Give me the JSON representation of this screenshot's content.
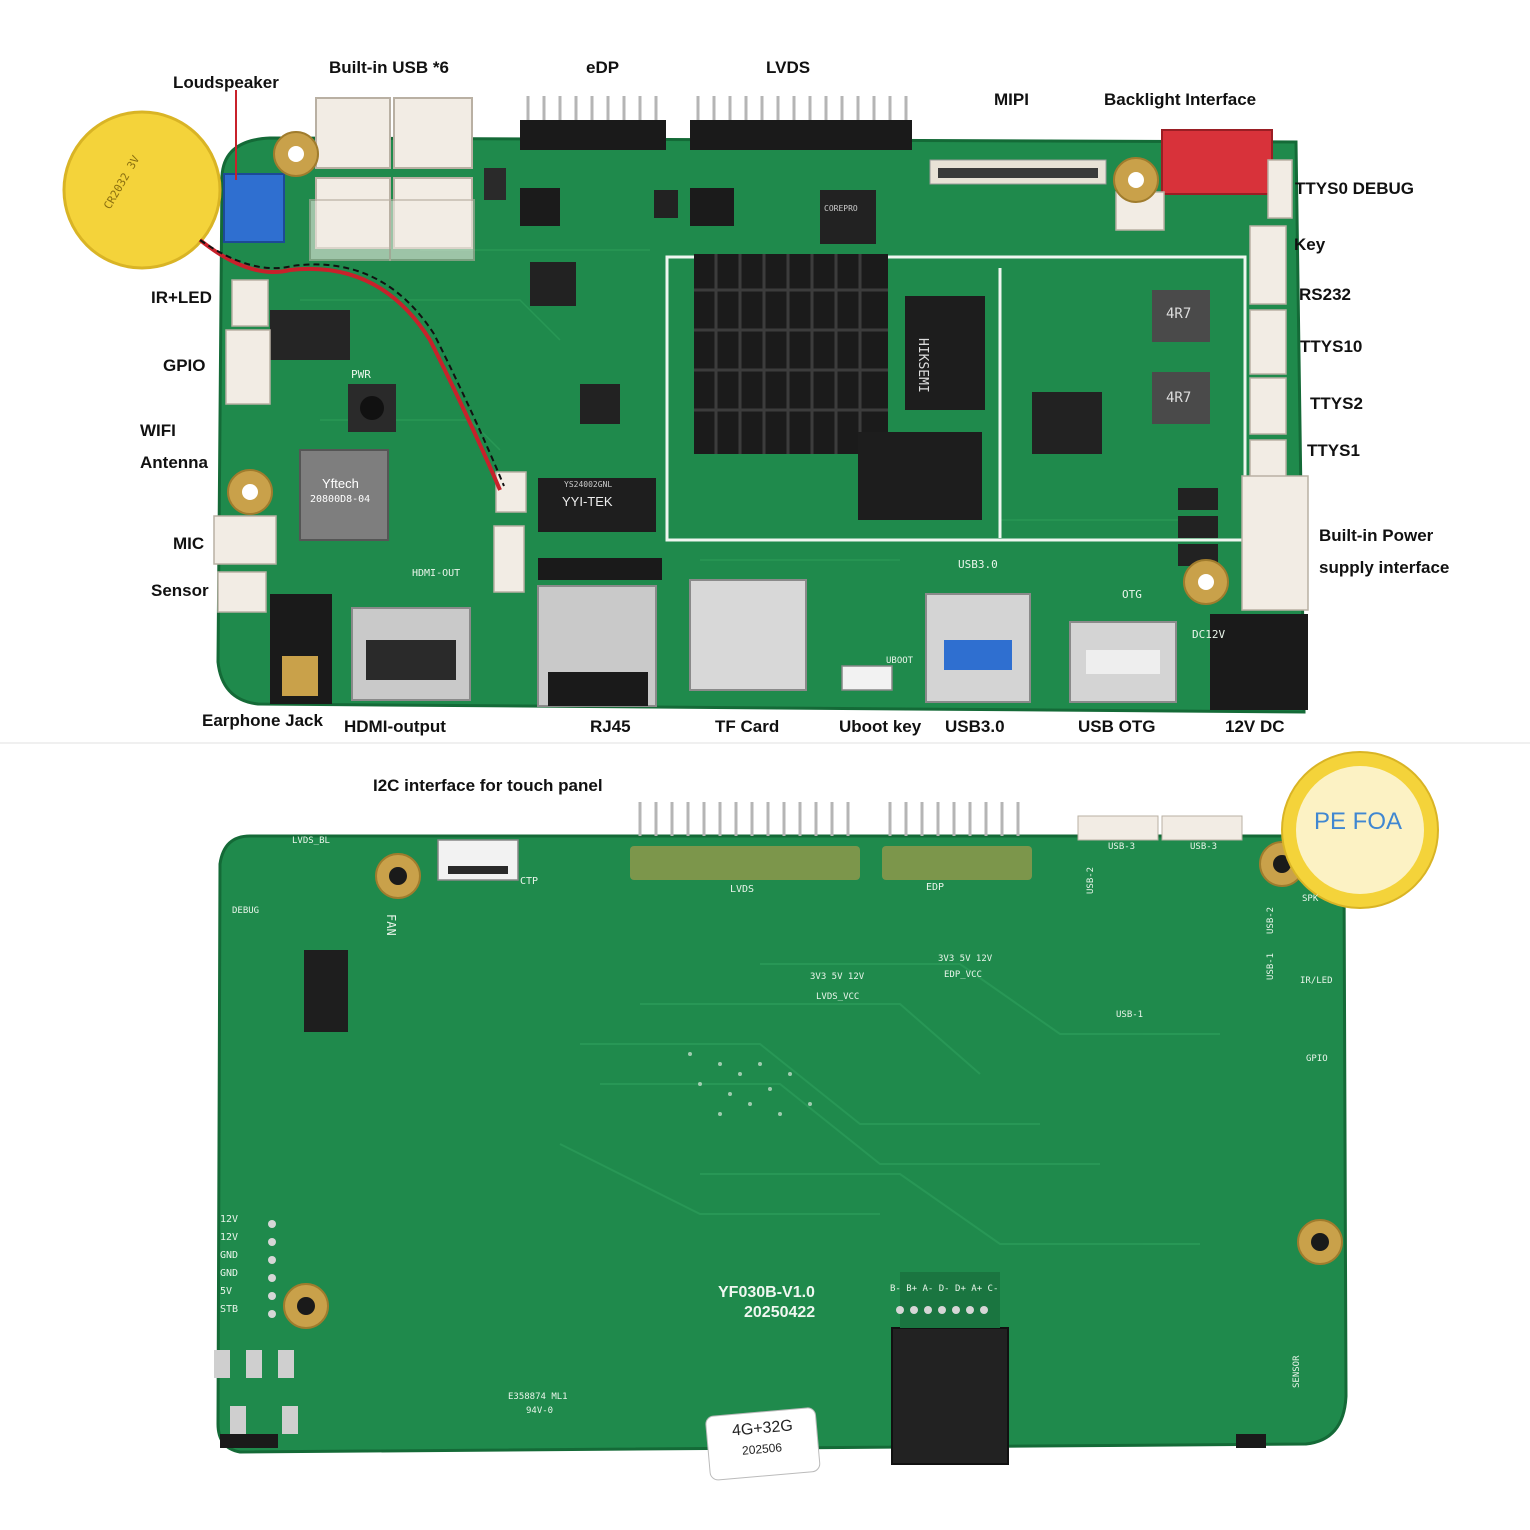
{
  "colors": {
    "pcb_green": "#1f8a4c",
    "pcb_dark": "#16703c",
    "heatsink": "#1b1b1b",
    "connector_white": "#f2ece4",
    "connector_red": "#d8323a",
    "connector_blue": "#2f6fd0",
    "battery_yellow": "#f4d33a",
    "gold_pad": "#c9a14a"
  },
  "top_labels": {
    "loudspeaker": "Loudspeaker",
    "builtin_usb": "Built-in USB *6",
    "edp": "eDP",
    "lvds": "LVDS",
    "mipi": "MIPI",
    "backlight": "Backlight Interface",
    "ttys0_debug": "TTYS0 DEBUG",
    "key": "Key",
    "rs232": "RS232",
    "ttys10": "TTYS10",
    "ttys2": "TTYS2",
    "ttys1": "TTYS1",
    "builtin_power_1": "Built-in Power",
    "builtin_power_2": "supply interface",
    "ir_led": "IR+LED",
    "gpio": "GPIO",
    "wifi_1": "WIFI",
    "wifi_2": "Antenna",
    "mic": "MIC",
    "sensor": "Sensor",
    "earphone": "Earphone Jack",
    "hdmi": "HDMI-output",
    "rj45": "RJ45",
    "tf_card": "TF Card",
    "uboot_key": "Uboot key",
    "usb30": "USB3.0",
    "usb_otg": "USB OTG",
    "dc12v": "12V DC"
  },
  "bottom_labels": {
    "i2c": "I2C interface for touch panel"
  },
  "top_silk": {
    "pwr": "PWR",
    "yftech": "Yftech",
    "yftech_model": "20800D8-04",
    "hdmi_out": "HDMI-OUT",
    "yyitek": "YYI-TEK",
    "yyitek_model": "YS24002GNL",
    "hiksemi": "HIKSEMI",
    "usb30_silk": "USB3.0",
    "otg_silk": "OTG",
    "dc12v_silk": "DC12V",
    "uboot_silk": "UBOOT",
    "inductor_1": "4R7",
    "inductor_2": "4R7",
    "corepro": "COREPRO",
    "battery": "CR2032 3V"
  },
  "bottom_silk": {
    "lvds_bl": "LVDS_BL",
    "debug": "DEBUG",
    "ctp": "CTP",
    "lvds": "LVDS",
    "edp": "EDP",
    "fan": "FAN",
    "usb3_a": "USB-3",
    "usb3_b": "USB-3",
    "usb2_a": "USB-2",
    "usb2_b": "USB-2",
    "usb1_a": "USB-1",
    "usb1_b": "USB-1",
    "spk": "SPK",
    "ir_led": "IR/LED",
    "gpio": "GPIO",
    "sensor": "SENSOR",
    "lvds_vcc": "LVDS_VCC",
    "edp_vcc": "EDP_VCC",
    "board_id": "YF030B-V1.0",
    "board_date": "20250422",
    "sticker_1": "4G+32G",
    "sticker_2": "202506",
    "pe_foam": "PE FOA",
    "rs_pins": "B- B+ A- D- D+ A+ C-",
    "power_pins": [
      "12V",
      "12V",
      "GND",
      "GND",
      "5V",
      "STB"
    ],
    "vcc_a": "3V3  5V  12V",
    "vcc_b": "3V3  5V  12V",
    "marking_1": "E358874  ML1",
    "marking_2": "94V-0"
  }
}
